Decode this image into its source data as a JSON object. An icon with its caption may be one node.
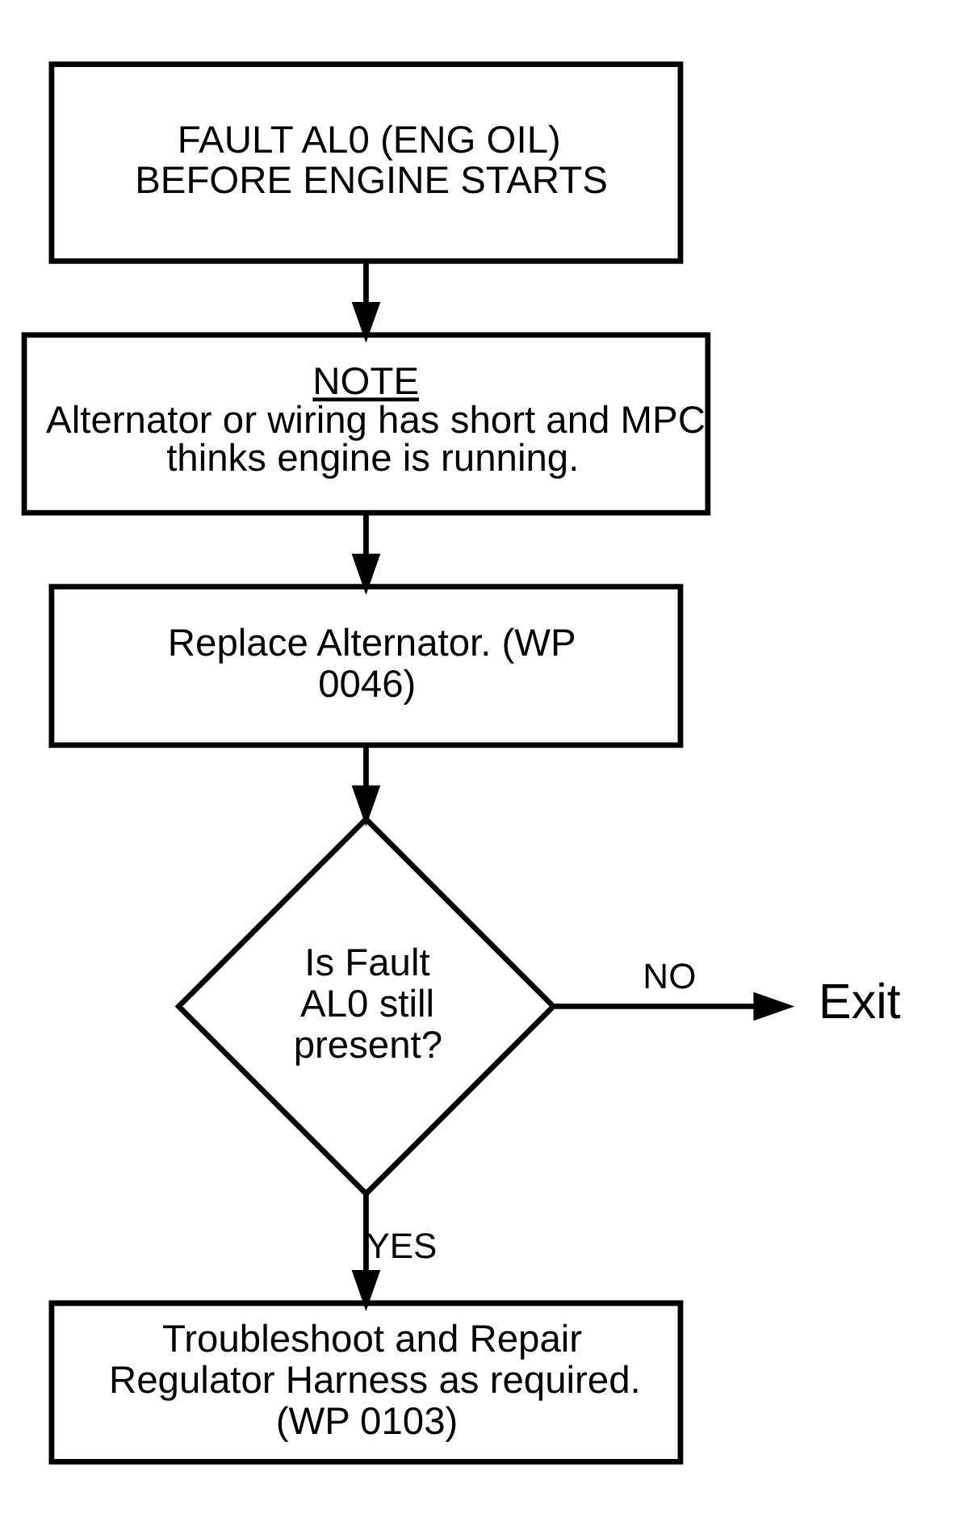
{
  "diagram": {
    "nodes": [
      {
        "text": [
          "FAULT AL0 (ENG OIL) BEFORE ENGINE STARTS"
        ]
      },
      {
        "text": [
          "NOTE",
          "Alternator or wiring has short and MPC thinks engine is running."
        ]
      },
      {
        "text": [
          "Replace Alternator. (WP 0046)"
        ]
      },
      {
        "text": [
          "Is Fault AL0 still present?"
        ]
      },
      {
        "text": [
          "Exit"
        ]
      },
      {
        "text": [
          "Troubleshoot and Repair Regulator Harness as required. (WP 0103)"
        ]
      }
    ],
    "edges": [
      {
        "from": 0,
        "to": 1,
        "arrow": "to"
      },
      {
        "from": 1,
        "to": 2,
        "arrow": "to"
      },
      {
        "from": 2,
        "to": 3,
        "arrow": "to"
      },
      {
        "from": 3,
        "to": 4,
        "arrow": "to",
        "label": "NO"
      },
      {
        "from": 3,
        "to": 5,
        "arrow": "to",
        "label": "YES"
      }
    ]
  }
}
